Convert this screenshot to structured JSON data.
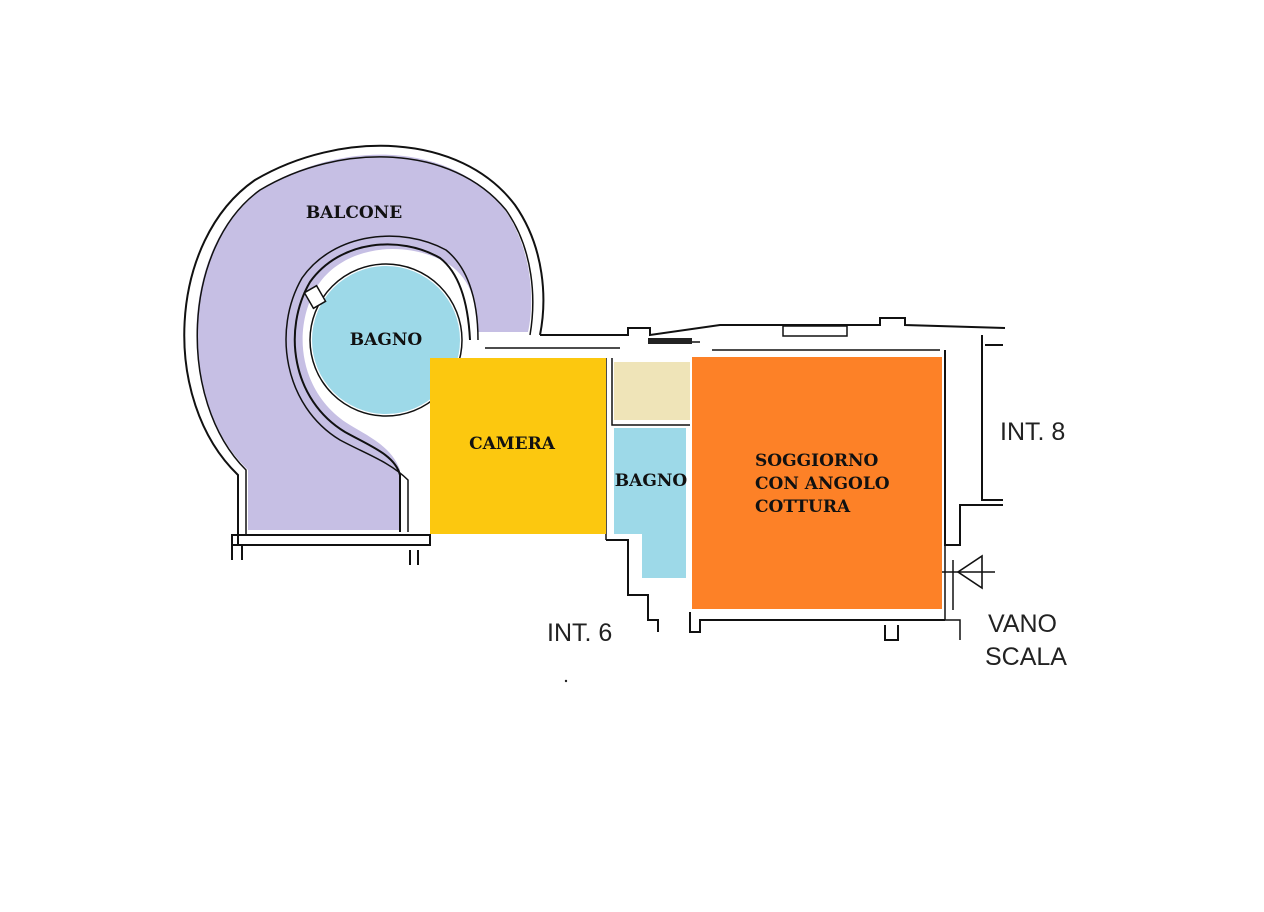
{
  "rooms": {
    "balcone": {
      "label": "BALCONE",
      "color": "#c6bfe4"
    },
    "bagno_round": {
      "label": "BAGNO",
      "color": "#9dd9e8"
    },
    "camera": {
      "label": "CAMERA",
      "color": "#fcc80f"
    },
    "disimpegno": {
      "color": "#efe4b8"
    },
    "bagno_small": {
      "label": "BAGNO",
      "color": "#9dd9e8"
    },
    "soggiorno": {
      "lines": [
        "SOGGIORNO",
        "CON ANGOLO",
        "COTTURA"
      ],
      "color": "#fd8127"
    }
  },
  "external": {
    "int8": "INT. 8",
    "int6": "INT. 6",
    "vano_line1": "VANO",
    "vano_line2": "SCALA"
  }
}
